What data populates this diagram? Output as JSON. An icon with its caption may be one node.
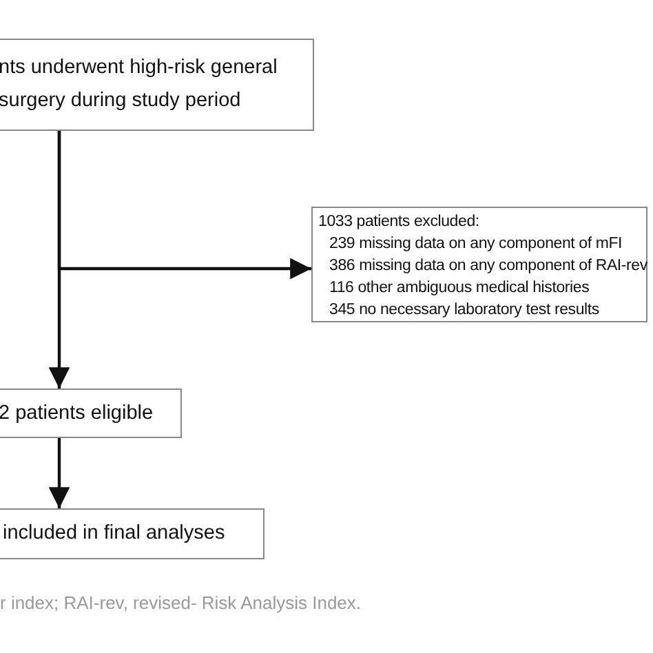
{
  "diagram": {
    "caption": "r index; RAI-rev, revised- Risk Analysis Index.",
    "nodes": [
      {
        "text": [
          "nts underwent high-risk general surgery during study period"
        ]
      },
      {
        "text": [
          "1033 patients excluded:",
          "239 missing data on any component of mFI",
          "386 missing data on any component of RAI-rev",
          "116 other ambiguous medical histories",
          "345 no necessary laboratory test results"
        ]
      },
      {
        "text": [
          "2 patients eligible"
        ]
      },
      {
        "text": [
          "included in final analyses"
        ]
      }
    ],
    "edges": [
      {
        "from": 0,
        "to": 2,
        "arrow": "to"
      },
      {
        "from": 0,
        "to": 1,
        "arrow": "to"
      },
      {
        "from": 2,
        "to": 3,
        "arrow": "to"
      }
    ]
  }
}
